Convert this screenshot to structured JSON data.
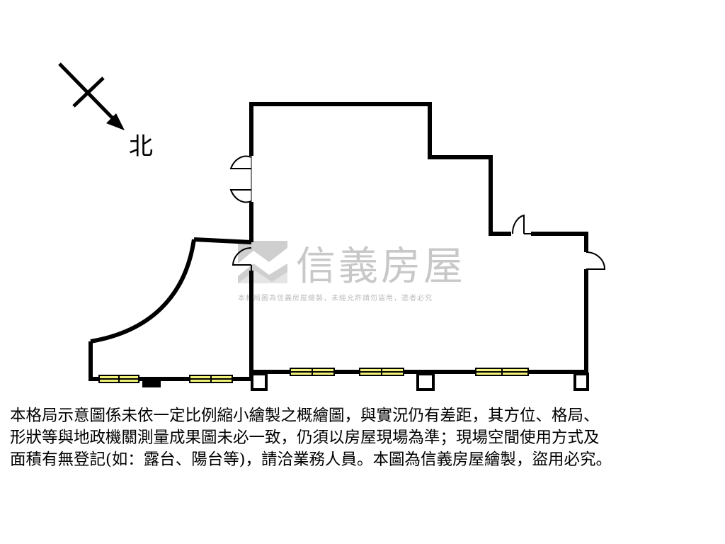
{
  "compass": {
    "north_label": "北"
  },
  "watermark": {
    "brand": "信義房屋",
    "subtitle": "本格局圖為信義房屋繪製，未經允許請勿盜用，違者必究"
  },
  "disclaimer_lines": [
    "本格局示意圖係未依一定比例縮小繪製之概繪圖，與實況仍有差距，其方位、格局、",
    "形狀等與地政機關測量成果圖未必一致，仍須以房屋現場為準；現場空間使用方式及",
    "面積有無登記(如：露台、陽台等)，請洽業務人員。本圖為信義房屋繪製，盜用必究。"
  ],
  "colors": {
    "wall": "#000000",
    "window_fill": "#f2f27a",
    "watermark": "#c8c8c8"
  }
}
